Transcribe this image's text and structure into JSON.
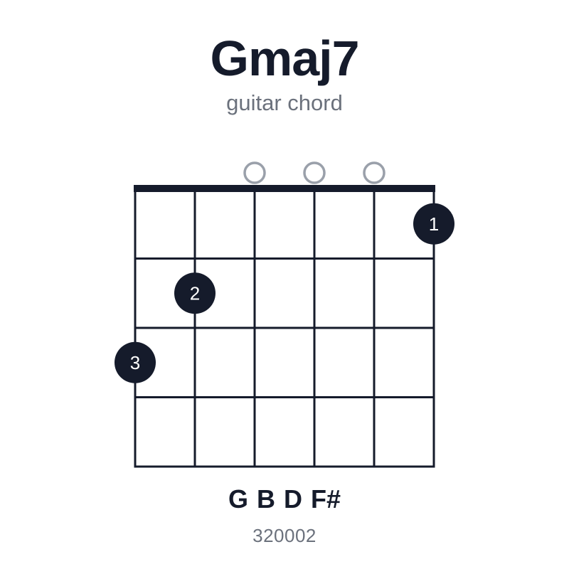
{
  "chord": {
    "name": "Gmaj7",
    "subtitle": "guitar chord",
    "notes": "G B D F#",
    "fret_code": "320002"
  },
  "diagram": {
    "strings": 6,
    "frets_shown": 4,
    "open_strings": [
      3,
      4,
      5
    ],
    "fingers": [
      {
        "string": 6,
        "fret": 1,
        "finger": "1"
      },
      {
        "string": 2,
        "fret": 2,
        "finger": "2"
      },
      {
        "string": 1,
        "fret": 3,
        "finger": "3"
      }
    ],
    "colors": {
      "ink": "#151b2b",
      "open_marker": "#9aa0aa",
      "dot_text": "#ffffff"
    }
  }
}
